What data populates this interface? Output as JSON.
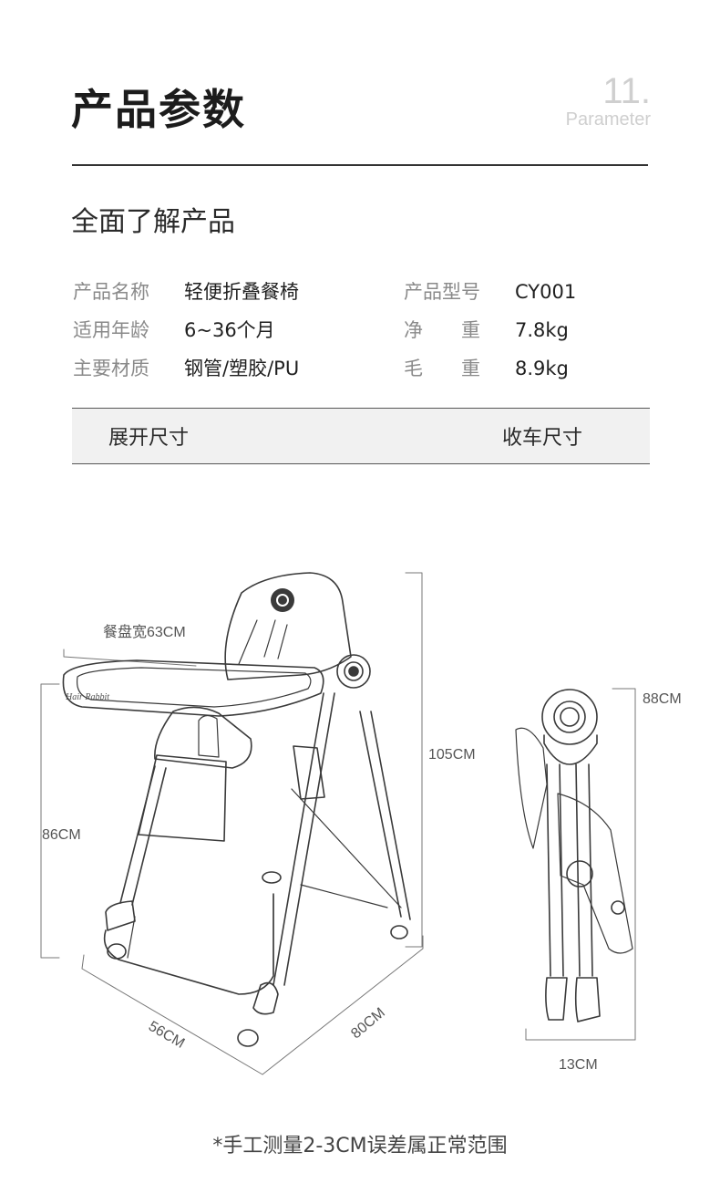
{
  "header": {
    "title": "产品参数",
    "page_number": "11.",
    "subtitle_en": "Parameter"
  },
  "section": {
    "title": "全面了解产品"
  },
  "specs": [
    {
      "label": "产品名称",
      "value": "轻便折叠餐椅"
    },
    {
      "label": "产品型号",
      "value": "CY001"
    },
    {
      "label": "适用年龄",
      "value": "6~36个月"
    },
    {
      "label": "净　　重",
      "value": "7.8kg"
    },
    {
      "label": "主要材质",
      "value": "钢管/塑胶/PU"
    },
    {
      "label": "毛　　重",
      "value": "8.9kg"
    }
  ],
  "dimension_tabs": {
    "unfolded": "展开尺寸",
    "folded": "收车尺寸"
  },
  "diagram": {
    "tray_width": "餐盘宽63CM",
    "seat_height": "86CM",
    "total_height": "105CM",
    "depth": "80CM",
    "width": "56CM",
    "folded_height": "88CM",
    "folded_width": "13CM",
    "brand_text": "Hair Rabbit"
  },
  "footer": {
    "note": "*手工测量2-3CM误差属正常范围"
  }
}
